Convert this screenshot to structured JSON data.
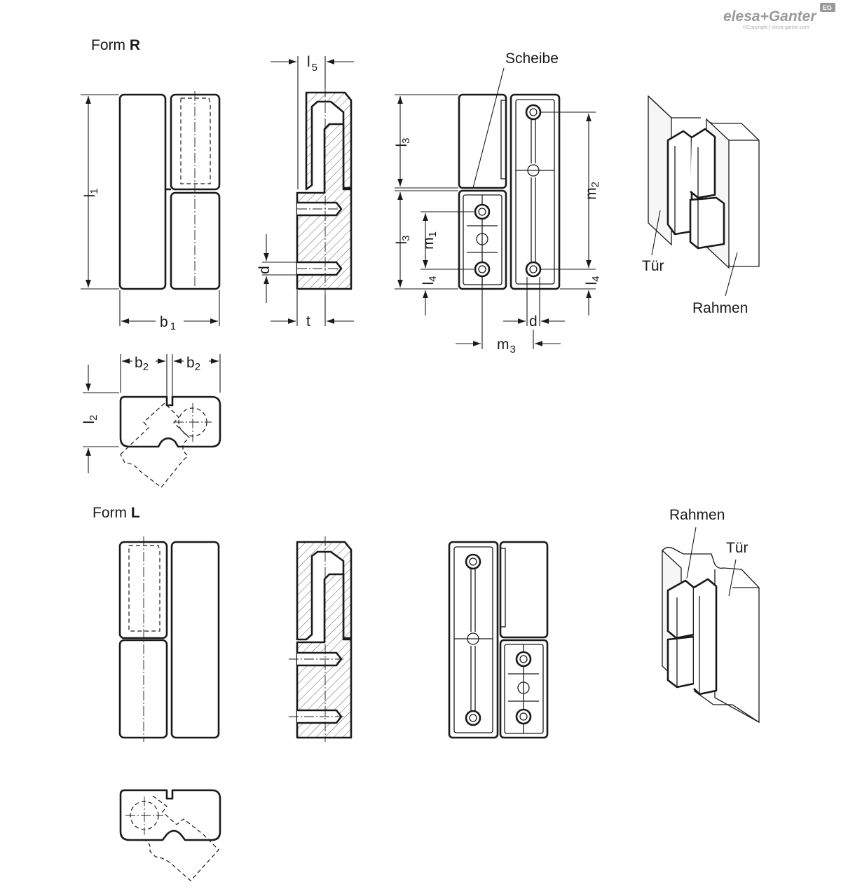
{
  "logo": {
    "brand": "elesa+Ganter",
    "copyright": "©Copyright | elesa-ganter.com",
    "badge": "EG"
  },
  "sections": {
    "form_r": {
      "prefix": "Form ",
      "letter": "R"
    },
    "form_l": {
      "prefix": "Form ",
      "letter": "L"
    }
  },
  "dimensions": {
    "l1": {
      "main": "l",
      "sub": "1"
    },
    "l2": {
      "main": "l",
      "sub": "2"
    },
    "l3a": {
      "main": "l",
      "sub": "3"
    },
    "l3b": {
      "main": "l",
      "sub": "3"
    },
    "l4a": {
      "main": "l",
      "sub": "4"
    },
    "l4b": {
      "main": "l",
      "sub": "4"
    },
    "l5": {
      "main": "l",
      "sub": "5"
    },
    "b1": {
      "main": "b",
      "sub": "1"
    },
    "b2a": {
      "main": "b",
      "sub": "2"
    },
    "b2b": {
      "main": "b",
      "sub": "2"
    },
    "m1": {
      "main": "m",
      "sub": "1"
    },
    "m2": {
      "main": "m",
      "sub": "2"
    },
    "m3": {
      "main": "m",
      "sub": "3"
    },
    "d_side": "d",
    "d_front": "d",
    "t": "t"
  },
  "callouts": {
    "scheibe": "Scheibe",
    "tuer_r": "Tür",
    "rahmen_r": "Rahmen",
    "rahmen_l": "Rahmen",
    "tuer_l": "Tür"
  },
  "colors": {
    "line": "#1a1a1a",
    "logo_gray": "#9a9a9a",
    "background": "#ffffff"
  },
  "icons": {
    "logo": "elesa-ganter-logo"
  }
}
